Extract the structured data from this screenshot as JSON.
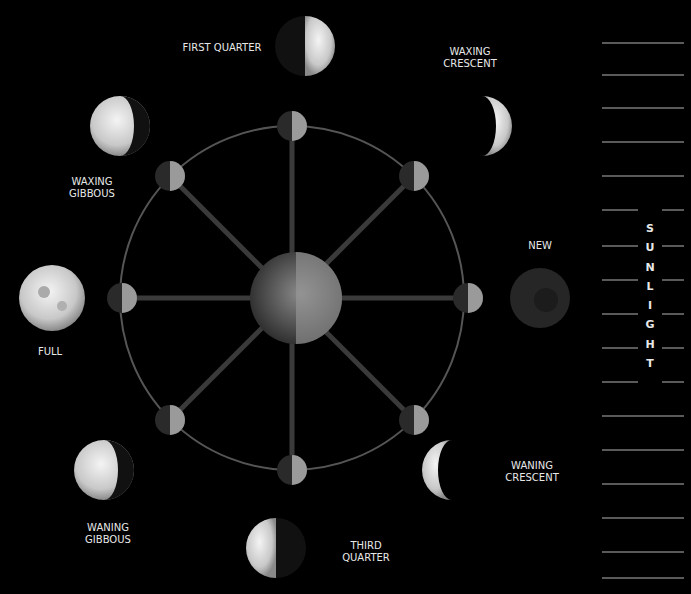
{
  "diagram": {
    "labels": [
      "FIRST QUARTER",
      "WAXING CRESCENT",
      "NEW",
      "WANING CRESCENT",
      "THIRD QUARTER",
      "WANING GIBBOUS",
      "FULL",
      "WAXING GIBBOUS",
      "SUNLIGHT"
    ]
  }
}
